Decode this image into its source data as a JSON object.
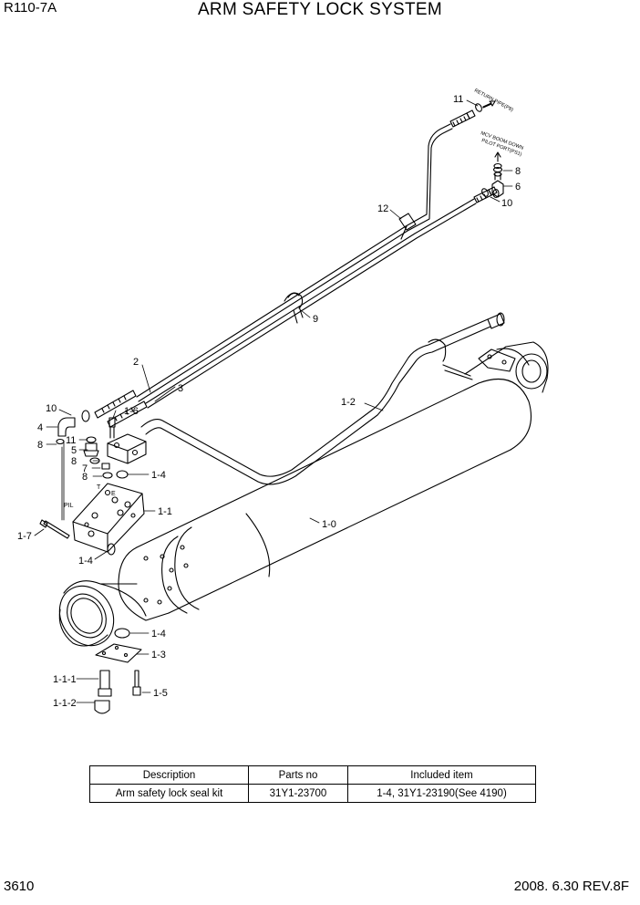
{
  "header": {
    "model": "R110-7A",
    "title": "ARM SAFETY LOCK SYSTEM"
  },
  "footer": {
    "page_number": "3610",
    "revision": "2008. 6.30 REV.8F"
  },
  "callouts": {
    "c11_top": "11",
    "c8_top": "8",
    "c6": "6",
    "c10_top": "10",
    "c12": "12",
    "c9": "9",
    "c2": "2",
    "c3": "3",
    "c1_2": "1-2",
    "c10_left": "10",
    "c1_6": "1-6",
    "c4": "4",
    "c11_left": "11",
    "c8_left": "8",
    "c5": "5",
    "c8_mid": "8",
    "c7": "7",
    "c8_low": "8",
    "c1_4_top": "1-4",
    "c1_1": "1-1",
    "c1_0": "1-0",
    "c1_7": "1-7",
    "c1_4_mid": "1-4",
    "c1_4_bot": "1-4",
    "c1_3": "1-3",
    "c1_1_1": "1-1-1",
    "c1_5": "1-5",
    "c1_1_2": "1-1-2"
  },
  "annotations": {
    "return_pipe": "RETURN PIPE(P8)",
    "mcv_boom_down": "MCV BOOM DOWN",
    "pilot_port": "PILOT PORT(PS1)",
    "port_pil": "PIL",
    "port_t": "T",
    "port_e": "E"
  },
  "kit_table": {
    "headers": [
      "Description",
      "Parts no",
      "Included item"
    ],
    "rows": [
      [
        "Arm safety lock seal kit",
        "31Y1-23700",
        "1-4, 31Y1-23190(See 4190)"
      ]
    ]
  }
}
